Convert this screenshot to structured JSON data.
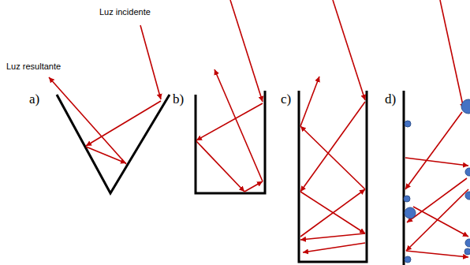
{
  "diagram": {
    "labels": [
      "Luz incidente",
      "Luz resultante",
      "a)",
      "b)",
      "c)",
      "d)"
    ]
  }
}
